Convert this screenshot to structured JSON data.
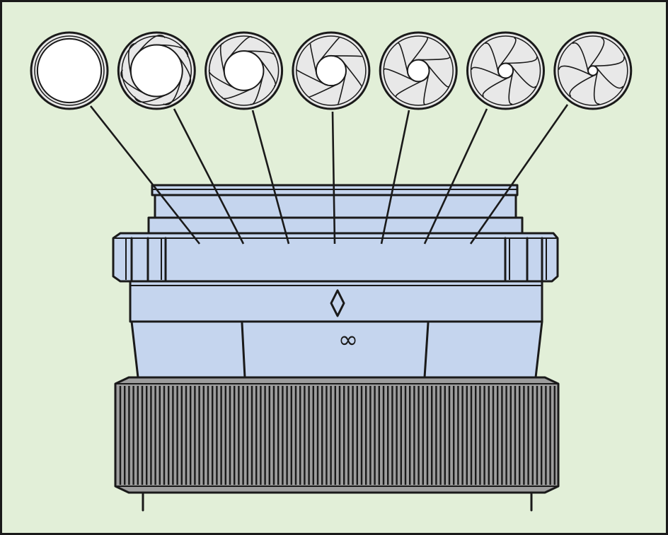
{
  "colors": {
    "background": "#e2efd8",
    "lens_body": "#c5d5ee",
    "iris_fill": "#e8e8e8",
    "focus_ring": "#9d9d9d",
    "ink": "#1a1a1a"
  },
  "marks": {
    "infinity": "∞"
  },
  "apertures": [
    {
      "opening": 0.94
    },
    {
      "opening": 0.76
    },
    {
      "opening": 0.58
    },
    {
      "opening": 0.44
    },
    {
      "opening": 0.32
    },
    {
      "opening": 0.22
    },
    {
      "opening": 0.14
    }
  ]
}
